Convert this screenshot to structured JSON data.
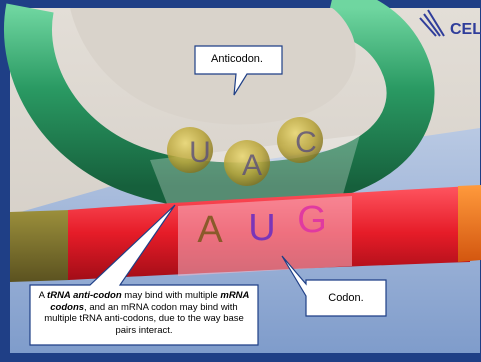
{
  "logo": {
    "text": "CELL",
    "color": "#2f3d9a"
  },
  "anticodon": {
    "callout": "Anticodon.",
    "bases": [
      "U",
      "A",
      "C"
    ]
  },
  "codon": {
    "callout": "Codon.",
    "bases": [
      {
        "letter": "A",
        "color": "#8a5a2a"
      },
      {
        "letter": "U",
        "color": "#7a35b8"
      },
      {
        "letter": "G",
        "color": "#e03aa0"
      }
    ]
  },
  "caption": {
    "p1": "A ",
    "p2": "tRNA anti-codon",
    "p3": " may bind with multiple ",
    "p4": "mRNA codons",
    "p5": ", and an mRNA codon may bind with multiple tRNA anti-codons, due to the way base pairs interact."
  },
  "colors": {
    "trna": "#2a9a63",
    "mrna": "#e61c28",
    "frame": "#1f3f86",
    "background_top": "#ddd8d2",
    "background_bottom": "#9fb7dc"
  }
}
